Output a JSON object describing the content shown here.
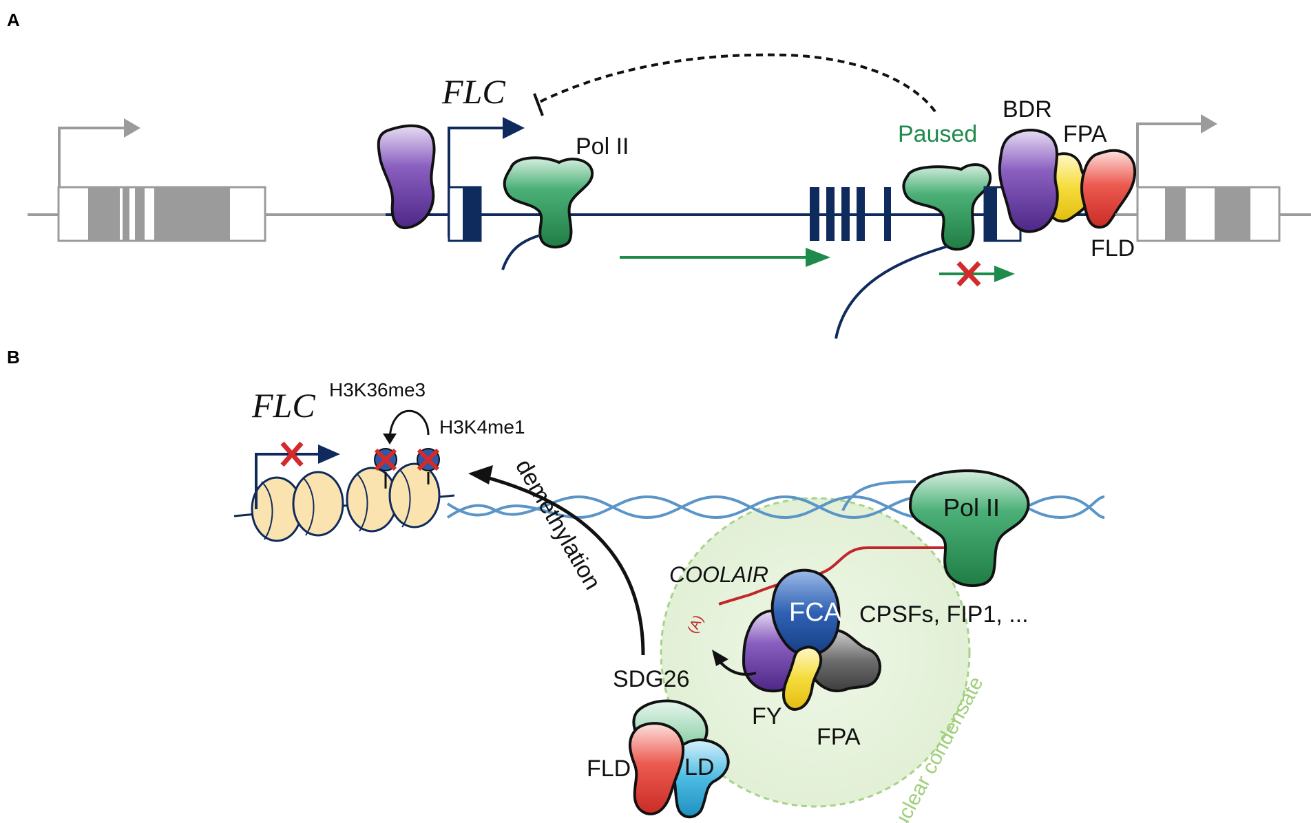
{
  "panels": {
    "a": {
      "letter": "A"
    },
    "b": {
      "letter": "B"
    }
  },
  "panel_a": {
    "gene": "FLC",
    "pol_label": "Pol II",
    "paused_label": "Paused",
    "bdr_label": "BDR",
    "fpa_label": "FPA",
    "fld_label": "FLD"
  },
  "panel_b": {
    "gene": "FLC",
    "mark1": "H3K36me3",
    "mark2": "H3K4me1",
    "demethylation": "demethylation",
    "pol_label": "Pol II",
    "coolair": "COOLAIR",
    "polya": "(A)",
    "fca": "FCA",
    "cpsf": "CPSFs, FIP1, ...",
    "fy": "FY",
    "fpa": "FPA",
    "sdg26": "SDG26",
    "fld": "FLD",
    "ld": "LD",
    "condensate": "Nuclear condensate"
  },
  "colors": {
    "navy": "#0f2a5c",
    "gray": "#9b9b9b",
    "green_pol": "#2e9a5a",
    "green_arrow": "#1e8a4c",
    "purple": "#6a3ea0",
    "yellow": "#f2d63a",
    "red": "#e0453d",
    "blue_fca": "#2a5aa8",
    "cyan_ld": "#3fb0d8",
    "light_green_condensate": "#e6f2da",
    "nucleosome": "#fbe3b0",
    "dna_blue": "#5b95c8",
    "rna_red": "#c0262b"
  },
  "icons": [
    "transcription-start-arrow",
    "inhibition-bar",
    "block-cross-icon",
    "curved-arrow-icon"
  ]
}
